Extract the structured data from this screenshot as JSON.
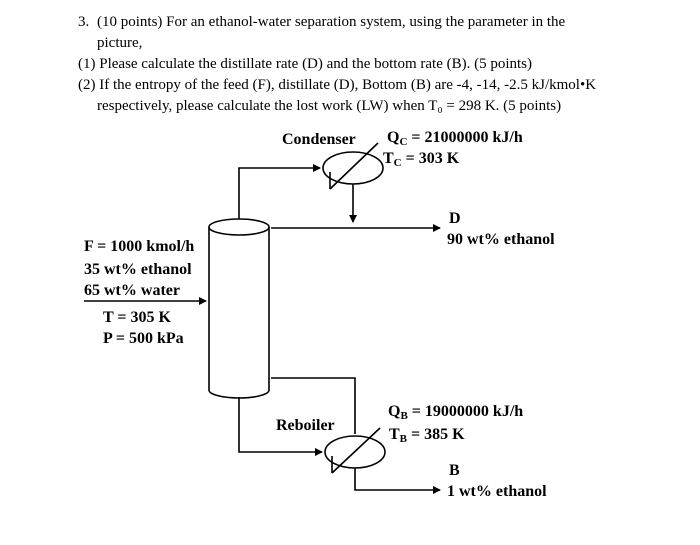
{
  "question": {
    "number": "3.",
    "text_line1": "(10 points) For an ethanol-water separation system, using the parameter in the",
    "text_line2": "picture,",
    "part1": "(1) Please calculate the distillate rate (D) and the bottom rate (B). (5 points)",
    "part2_line1": "(2) If the entropy of the feed (F), distillate (D), Bottom (B) are -4, -14, -2.5 kJ/kmol•K",
    "part2_line2": "respectively, please calculate the lost work (LW) when T₀ = 298 K. (5 points)"
  },
  "diagram": {
    "condenser": {
      "label": "Condenser",
      "q_sym": "Q",
      "q_sub": "C",
      "q_value": " = 21000000 kJ/h",
      "t_sym": "T",
      "t_sub": "C",
      "t_value": " = 303 K"
    },
    "distillate": {
      "label": "D",
      "composition": "90 wt% ethanol"
    },
    "feed": {
      "rate": "F = 1000 kmol/h",
      "ethanol": "35 wt% ethanol",
      "water": "65 wt% water",
      "temperature": "T = 305 K",
      "pressure": "P = 500 kPa"
    },
    "reboiler": {
      "label": "Reboiler",
      "q_sym": "Q",
      "q_sub": "B",
      "q_value": " = 19000000 kJ/h",
      "t_sym": "T",
      "t_sub": "B",
      "t_value": " = 385 K"
    },
    "bottoms": {
      "label": "B",
      "composition": "1 wt% ethanol"
    }
  }
}
